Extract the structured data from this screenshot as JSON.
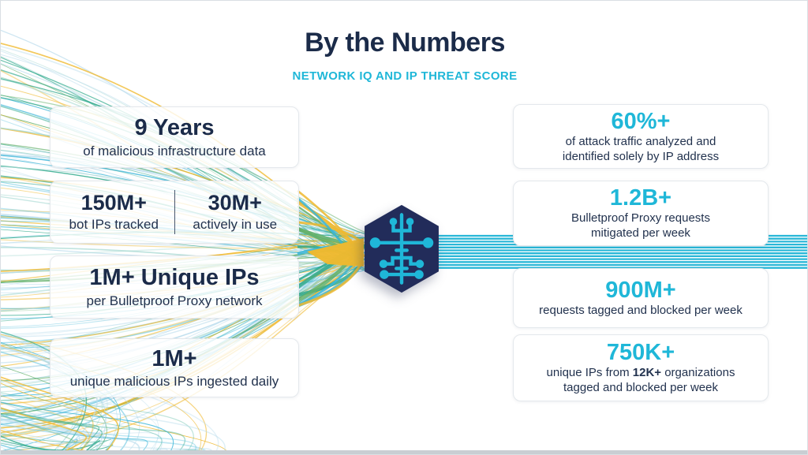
{
  "header": {
    "title": "By the Numbers",
    "subtitle": "NETWORK IQ AND IP THREAT SCORE"
  },
  "left_cards": {
    "years": {
      "value": "9 Years",
      "label": "of malicious infrastructure data"
    },
    "tracked": {
      "value": "150M+",
      "label": "bot IPs tracked"
    },
    "in_use": {
      "value": "30M+",
      "label": "actively in use"
    },
    "unique": {
      "value": "1M+ Unique IPs",
      "label": "per Bulletproof Proxy network"
    },
    "ingested": {
      "value": "1M+",
      "label": "unique malicious IPs ingested daily"
    }
  },
  "right_cards": {
    "attack_traffic": {
      "value": "60%+",
      "line1": "of attack traffic analyzed and",
      "line2": "identified solely by IP address"
    },
    "proxy_requests": {
      "value": "1.2B+",
      "line1": "Bulletproof Proxy requests",
      "line2": "mitigated per week"
    },
    "tagged_blocked": {
      "value": "900M+",
      "line1": "requests tagged and blocked per week"
    },
    "unique_ips": {
      "value": "750K+",
      "line1_prefix": "unique IPs from ",
      "line1_bold": "12K+",
      "line1_suffix": " organizations",
      "line2": "tagged and blocked per week"
    }
  },
  "icon": {
    "name": "network-brain-hexagon"
  },
  "colors": {
    "navy": "#1b2b49",
    "accent_cyan": "#1fb7d8",
    "hexagon_navy": "#222c5a",
    "ribbon": "#29b7d7",
    "card_border": "#e4e8ec",
    "strands": {
      "light_blue": "#b9dcec",
      "yellow": "#f0b92e",
      "cyan": "#3ab5d8",
      "teal": "#2fa98c",
      "pale_teal": "#a7d9d3",
      "green": "#63b06a"
    }
  }
}
